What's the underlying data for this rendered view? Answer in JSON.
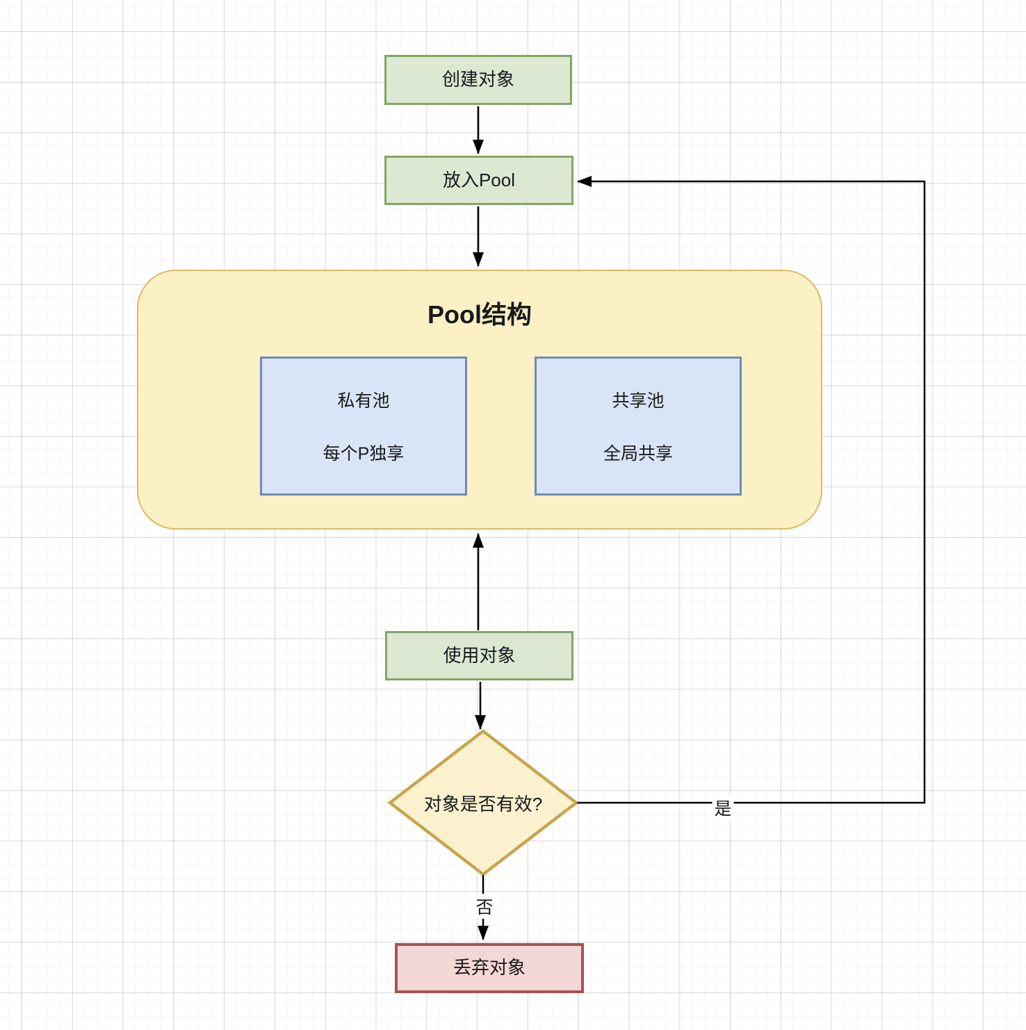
{
  "diagram": {
    "nodes": {
      "create": {
        "label": "创建对象"
      },
      "put_in_pool": {
        "label": "放入Pool"
      },
      "pool_structure": {
        "title": "Pool结构",
        "private_pool": {
          "line1": "私有池",
          "line2": "每个P独享"
        },
        "shared_pool": {
          "line1": "共享池",
          "line2": "全局共享"
        }
      },
      "use_object": {
        "label": "使用对象"
      },
      "validity_check": {
        "label": "对象是否有效?"
      },
      "discard": {
        "label": "丢弃对象"
      }
    },
    "edges": {
      "yes_label": "是",
      "no_label": "否"
    },
    "colors": {
      "process_fill": "#dce8d2",
      "process_border": "#82a664",
      "container_fill": "#fcf0c5",
      "container_border": "#d9bc62",
      "subbox_fill": "#dae4f7",
      "subbox_border": "#6d8ab8",
      "decision_fill": "#fcf1cf",
      "decision_border": "#c7a64f",
      "terminal_fill": "#f4d8d5",
      "terminal_border": "#a9524e",
      "connector": "#000000"
    }
  }
}
